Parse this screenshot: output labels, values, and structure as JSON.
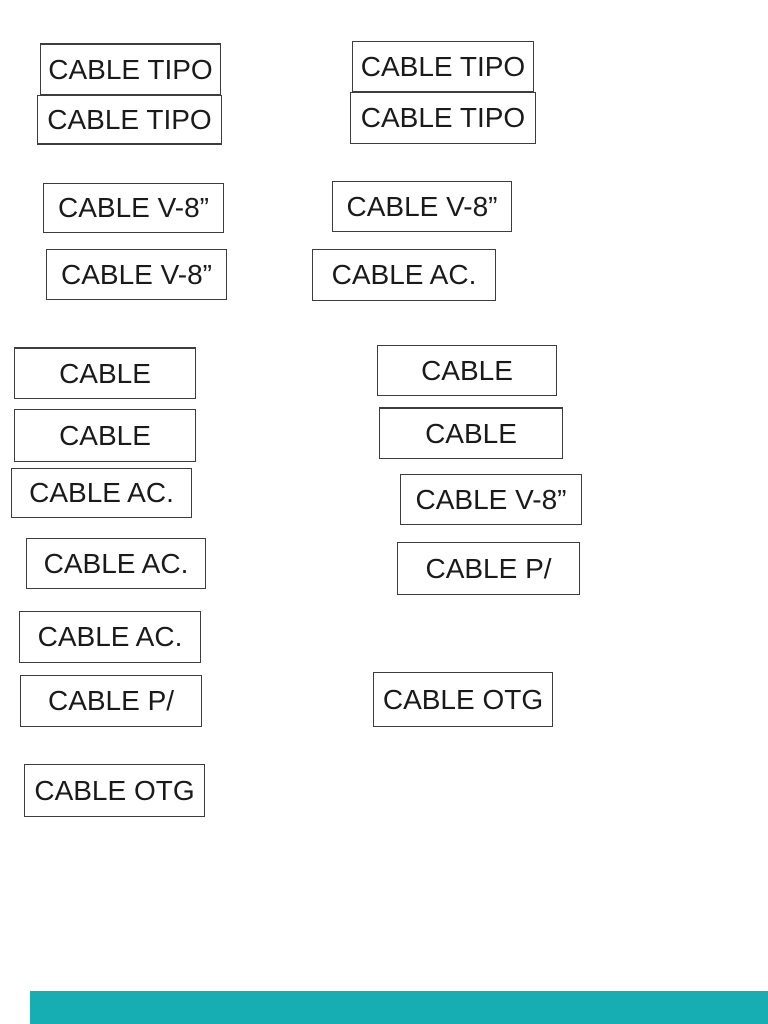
{
  "page": {
    "background": "#ffffff",
    "text_color": "#1a1a1a",
    "border_color": "#3d3d3d"
  },
  "boxes": [
    {
      "label": "CABLE TIPO"
    },
    {
      "label": "CABLE TIPO"
    },
    {
      "label": "CABLE TIPO"
    },
    {
      "label": "CABLE TIPO"
    },
    {
      "label": "CABLE V-8”"
    },
    {
      "label": "CABLE V-8”"
    },
    {
      "label": "CABLE V-8”"
    },
    {
      "label": "CABLE AC."
    },
    {
      "label": "CABLE"
    },
    {
      "label": "CABLE"
    },
    {
      "label": "CABLE"
    },
    {
      "label": "CABLE"
    },
    {
      "label": "CABLE AC."
    },
    {
      "label": "CABLE V-8”"
    },
    {
      "label": "CABLE AC."
    },
    {
      "label": "CABLE P/"
    },
    {
      "label": "CABLE AC."
    },
    {
      "label": "CABLE OTG"
    },
    {
      "label": "CABLE P/"
    },
    {
      "label": "CABLE OTG"
    }
  ],
  "bottom_bar": {
    "color": "#16aeb2"
  }
}
